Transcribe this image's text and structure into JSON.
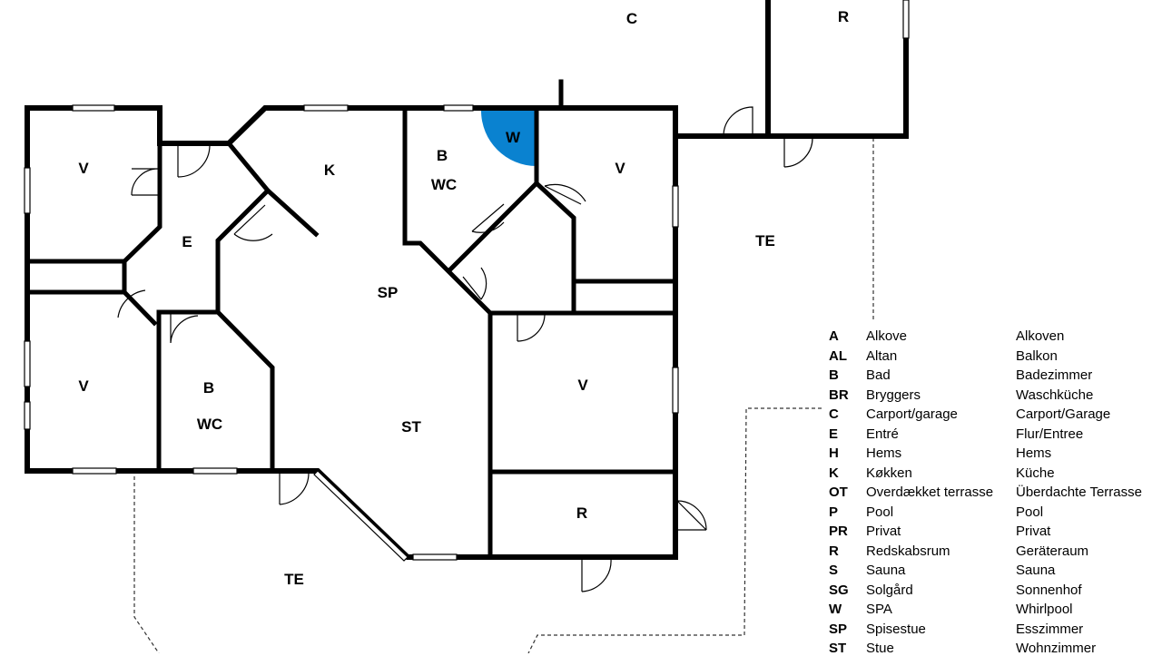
{
  "rooms": {
    "C": "C",
    "R_top": "R",
    "V_tl": "V",
    "K": "K",
    "B_top": "B",
    "WC_top": "WC",
    "W": "W",
    "V_tr": "V",
    "E": "E",
    "TE_right": "TE",
    "SP": "SP",
    "V_ml": "V",
    "B_bot": "B",
    "WC_bot": "WC",
    "ST": "ST",
    "V_mr": "V",
    "R_bot": "R",
    "TE_bot": "TE"
  },
  "colors": {
    "spa": "#0a82d0",
    "walls": "#000000"
  },
  "legend": [
    {
      "code": "A",
      "da": "Alkove",
      "de": "Alkoven"
    },
    {
      "code": "AL",
      "da": "Altan",
      "de": "Balkon"
    },
    {
      "code": "B",
      "da": "Bad",
      "de": "Badezimmer"
    },
    {
      "code": "BR",
      "da": "Bryggers",
      "de": "Waschküche"
    },
    {
      "code": "C",
      "da": "Carport/garage",
      "de": "Carport/Garage"
    },
    {
      "code": "E",
      "da": "Entré",
      "de": "Flur/Entree"
    },
    {
      "code": "H",
      "da": "Hems",
      "de": "Hems"
    },
    {
      "code": "K",
      "da": "Køkken",
      "de": "Küche"
    },
    {
      "code": "OT",
      "da": "Overdækket terrasse",
      "de": "Überdachte Terrasse"
    },
    {
      "code": "P",
      "da": "Pool",
      "de": "Pool"
    },
    {
      "code": "PR",
      "da": "Privat",
      "de": "Privat"
    },
    {
      "code": "R",
      "da": "Redskabsrum",
      "de": "Geräteraum"
    },
    {
      "code": "S",
      "da": "Sauna",
      "de": "Sauna"
    },
    {
      "code": "SG",
      "da": "Solgård",
      "de": "Sonnenhof"
    },
    {
      "code": "W",
      "da": "SPA",
      "de": "Whirlpool"
    },
    {
      "code": "SP",
      "da": "Spisestue",
      "de": "Esszimmer"
    },
    {
      "code": "ST",
      "da": "Stue",
      "de": "Wohnzimmer"
    }
  ]
}
